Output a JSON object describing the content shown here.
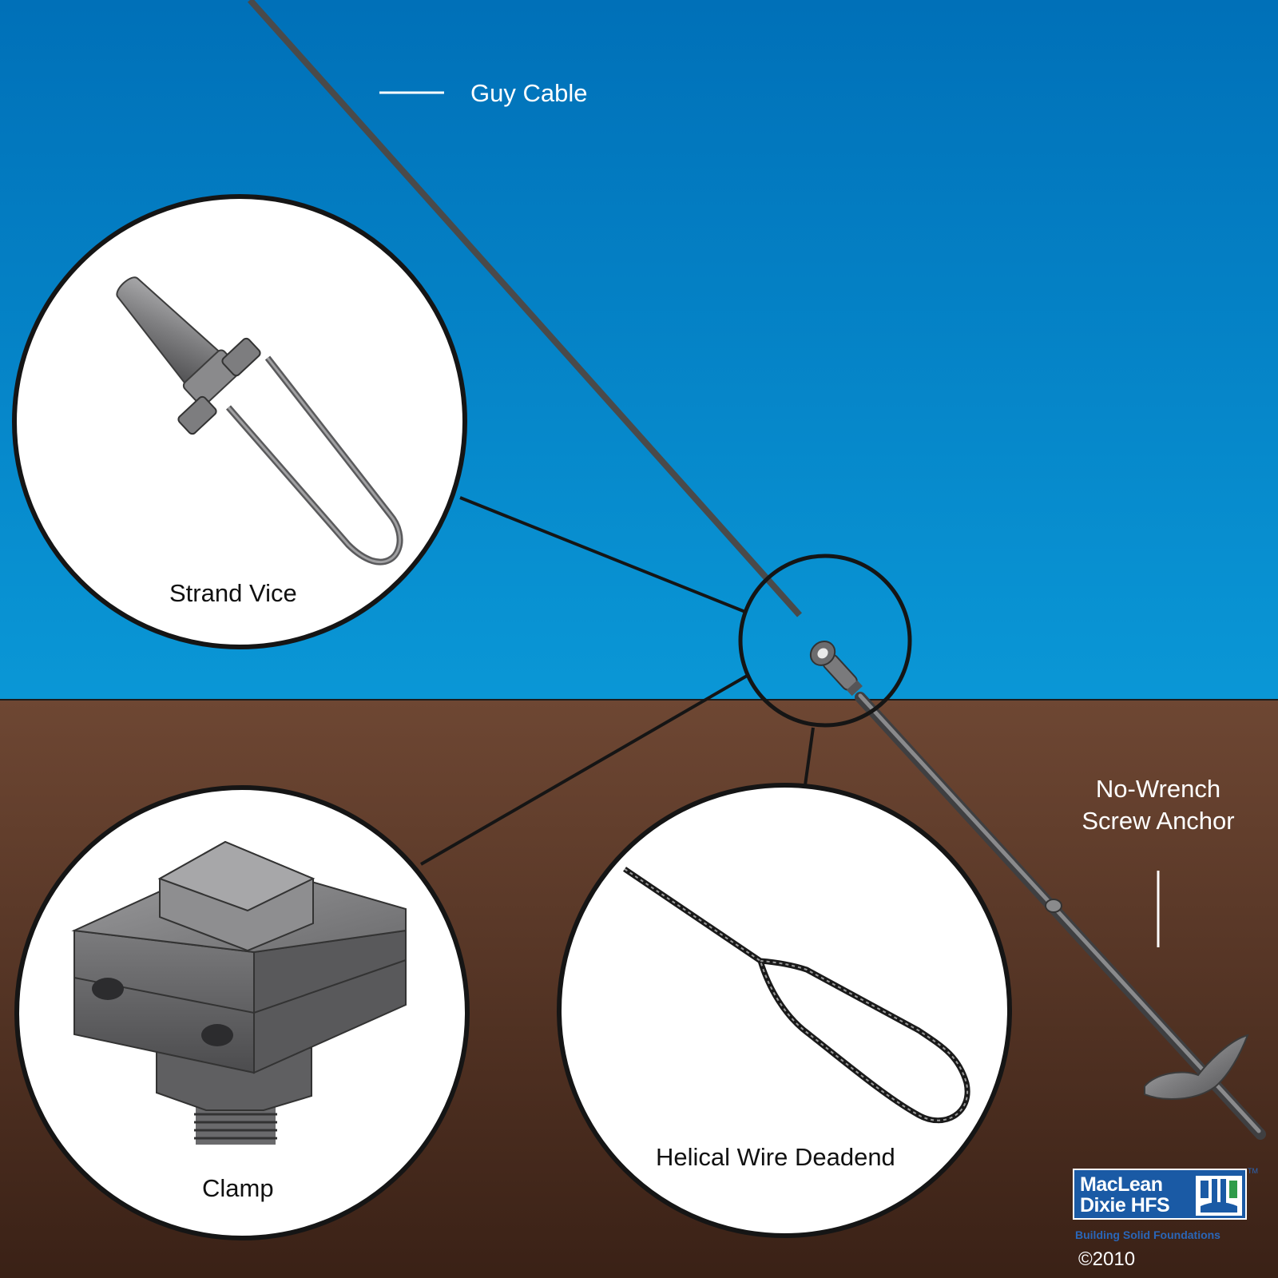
{
  "labels": {
    "guy_cable": "Guy Cable",
    "strand_vice": "Strand Vice",
    "clamp": "Clamp",
    "helical_wire_deadend": "Helical Wire Deadend",
    "screw_anchor_line1": "No-Wrench",
    "screw_anchor_line2": "Screw Anchor"
  },
  "brand": {
    "name_line1": "MacLean",
    "name_line2": "Dixie HFS",
    "trademark": "TM",
    "tagline": "Building Solid Foundations",
    "copyright": "©2010"
  },
  "colors": {
    "sky_top": "#0070b8",
    "sky_bottom": "#0a97d6",
    "soil_top": "#6e4733",
    "soil_bottom": "#3a2116",
    "outline": "#151515",
    "cable": "#4a4a4a",
    "metal": "#7c7c7e",
    "brand_blue": "#1a5aa5"
  }
}
